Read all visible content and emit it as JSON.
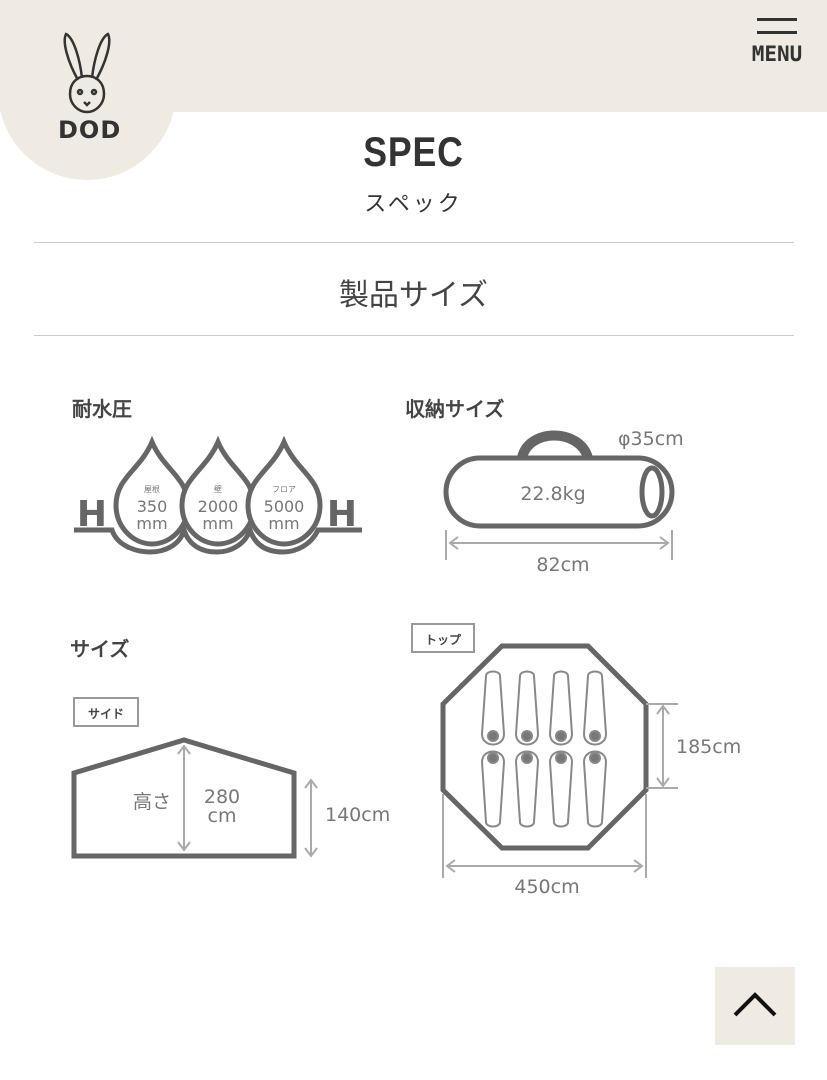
{
  "header": {
    "logo_text": "DOD",
    "menu_label": "MENU"
  },
  "page": {
    "title": "SPEC",
    "subtitle": "スペック",
    "section": "製品サイズ"
  },
  "water": {
    "label": "耐水圧",
    "drops": [
      {
        "part": "屋根",
        "value": "350",
        "unit": "mm"
      },
      {
        "part": "壁",
        "value": "2000",
        "unit": "mm"
      },
      {
        "part": "フロア",
        "value": "5000",
        "unit": "mm"
      }
    ],
    "h_mark": "H"
  },
  "storage": {
    "label": "収納サイズ",
    "diameter": "φ35cm",
    "weight": "22.8kg",
    "length": "82cm"
  },
  "size": {
    "label": "サイズ",
    "side_tag": "サイド",
    "height_label": "高さ",
    "height_value": "280",
    "height_unit": "cm",
    "side_wall": "140cm",
    "top_tag": "トップ",
    "depth": "185cm",
    "width": "450cm"
  },
  "colors": {
    "beige": "#efebe3",
    "line": "#666666"
  }
}
